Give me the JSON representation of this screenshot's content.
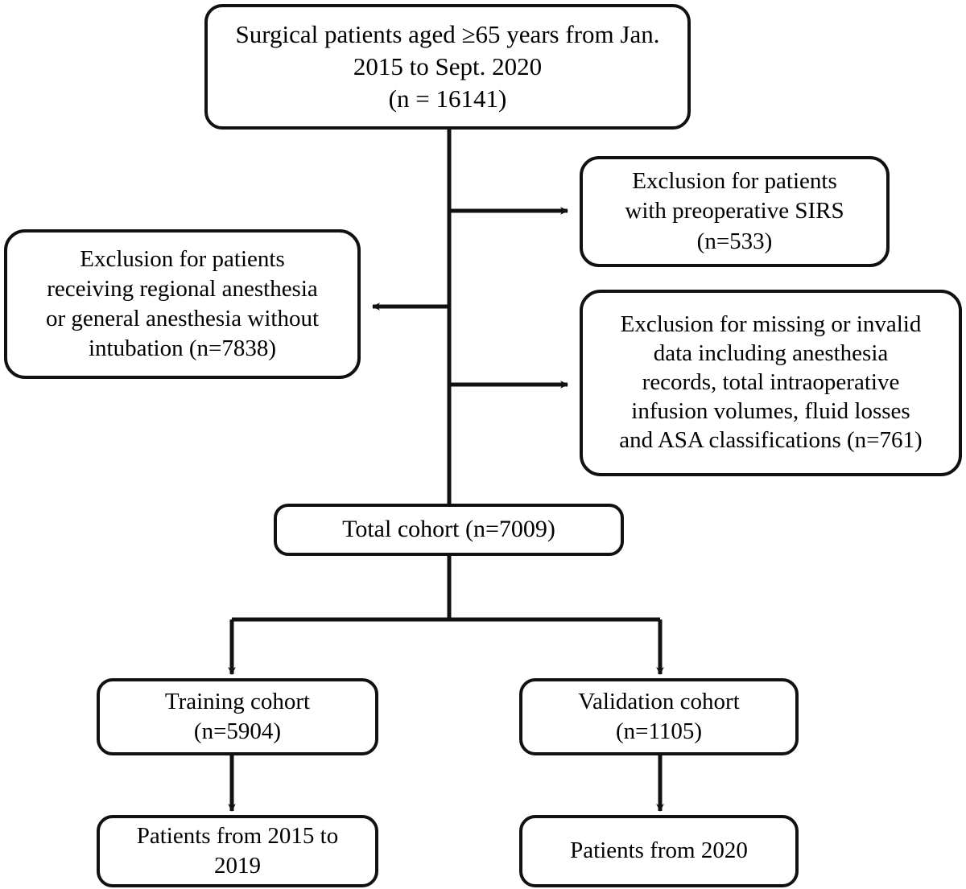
{
  "diagram": {
    "type": "flowchart",
    "title": "Patient selection flow diagram",
    "orientation": "top-down",
    "colors": {
      "stroke": "#111111",
      "fill": "#ffffff",
      "text": "#000000"
    },
    "nodes": {
      "source": {
        "label": "Surgical patients aged ≥65 years from Jan.\n2015 to Sept. 2020\n(n = 16141)",
        "n": 16141
      },
      "exclusion_sirs": {
        "label": "Exclusion for patients\nwith preoperative SIRS\n(n=533)",
        "n": 533
      },
      "exclusion_anesthesia": {
        "label": "Exclusion for patients\nreceiving regional anesthesia\nor general anesthesia without\nintubation (n=7838)",
        "n": 7838
      },
      "exclusion_data": {
        "label": "Exclusion for missing or invalid\ndata including anesthesia\nrecords, total intraoperative\ninfusion volumes, fluid losses\nand ASA classifications (n=761)",
        "n": 761
      },
      "total_cohort": {
        "label": "Total cohort (n=7009)",
        "n": 7009
      },
      "training_cohort": {
        "label": "Training cohort\n(n=5904)",
        "n": 5904
      },
      "validation_cohort": {
        "label": "Validation cohort\n(n=1105)",
        "n": 1105
      },
      "training_years": {
        "label": "Patients from 2015 to\n2019"
      },
      "validation_years": {
        "label": "Patients from 2020"
      }
    },
    "edges": [
      {
        "name": "source-to-spine",
        "from": "source",
        "to": "total_cohort",
        "arrow": "none"
      },
      {
        "name": "spine-to-exclusion-sirs",
        "from": "source",
        "to": "exclusion_sirs",
        "arrow": "right"
      },
      {
        "name": "spine-to-exclusion-anesth",
        "from": "source",
        "to": "exclusion_anesthesia",
        "arrow": "left"
      },
      {
        "name": "spine-to-exclusion-data",
        "from": "source",
        "to": "exclusion_data",
        "arrow": "right"
      },
      {
        "name": "total-to-training",
        "from": "total_cohort",
        "to": "training_cohort",
        "arrow": "down"
      },
      {
        "name": "total-to-validation",
        "from": "total_cohort",
        "to": "validation_cohort",
        "arrow": "down"
      },
      {
        "name": "training-to-years",
        "from": "training_cohort",
        "to": "training_years",
        "arrow": "down"
      },
      {
        "name": "validation-to-years",
        "from": "validation_cohort",
        "to": "validation_years",
        "arrow": "down"
      }
    ]
  }
}
